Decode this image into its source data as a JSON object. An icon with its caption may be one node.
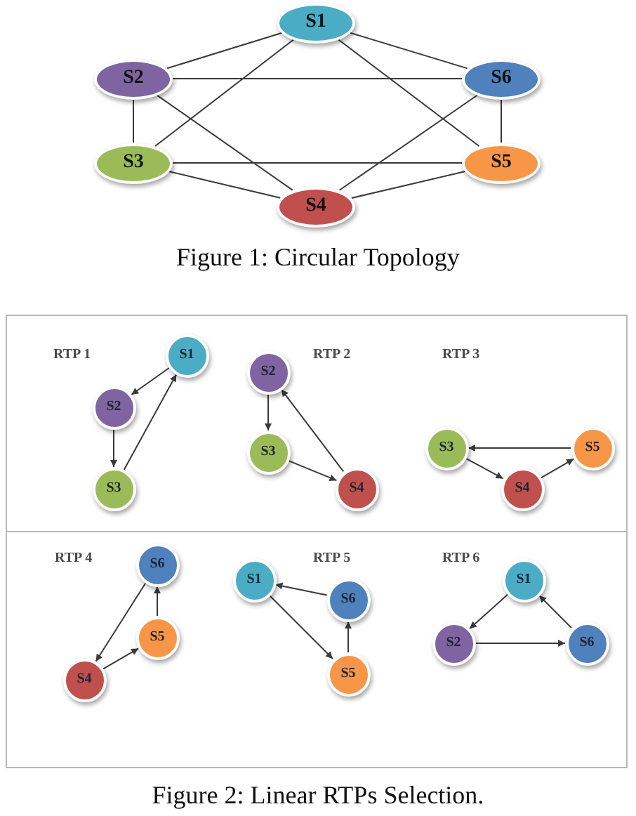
{
  "diagram": {
    "nodes": [
      {
        "text": [
          "S1"
        ]
      },
      {
        "text": [
          "S2"
        ]
      },
      {
        "text": [
          "S6"
        ]
      },
      {
        "text": [
          "S3"
        ]
      },
      {
        "text": [
          "S5"
        ]
      },
      {
        "text": [
          "S4"
        ]
      },
      {
        "text": [
          "RTP 1",
          "RTP 2",
          "RTP 3"
        ]
      },
      {
        "text": [
          "S1"
        ],
        "in": 6
      },
      {
        "text": [
          "S2"
        ],
        "in": 6
      },
      {
        "text": [
          "S3"
        ],
        "in": 6
      },
      {
        "text": [
          "S2"
        ],
        "in": 6
      },
      {
        "text": [
          "S3"
        ],
        "in": 6
      },
      {
        "text": [
          "S4"
        ],
        "in": 6
      },
      {
        "text": [
          "S3"
        ],
        "in": 6
      },
      {
        "text": [
          "S5"
        ],
        "in": 6
      },
      {
        "text": [
          "S4"
        ],
        "in": 6
      },
      {
        "text": [
          "RTP 4",
          "RTP 5",
          "RTP 6"
        ]
      },
      {
        "text": [
          "S6"
        ],
        "in": 16
      },
      {
        "text": [
          "S5"
        ],
        "in": 16
      },
      {
        "text": [
          "S4"
        ],
        "in": 16
      },
      {
        "text": [
          "S1"
        ],
        "in": 16
      },
      {
        "text": [
          "S6"
        ],
        "in": 16
      },
      {
        "text": [
          "S5"
        ],
        "in": 16
      },
      {
        "text": [
          "S1"
        ],
        "in": 16
      },
      {
        "text": [
          "S2"
        ],
        "in": 16
      },
      {
        "text": [
          "S6"
        ],
        "in": 16
      }
    ],
    "edges": [
      {
        "from": 0,
        "to": 1,
        "arrow": "none"
      },
      {
        "from": 0,
        "to": 2,
        "arrow": "none"
      },
      {
        "from": 0,
        "to": 3,
        "arrow": "none"
      },
      {
        "from": 0,
        "to": 4,
        "arrow": "none"
      },
      {
        "from": 1,
        "to": 2,
        "arrow": "none"
      },
      {
        "from": 1,
        "to": 3,
        "arrow": "none"
      },
      {
        "from": 1,
        "to": 5,
        "arrow": "none"
      },
      {
        "from": 2,
        "to": 4,
        "arrow": "none"
      },
      {
        "from": 2,
        "to": 5,
        "arrow": "none"
      },
      {
        "from": 3,
        "to": 4,
        "arrow": "none"
      },
      {
        "from": 3,
        "to": 5,
        "arrow": "none"
      },
      {
        "from": 4,
        "to": 5,
        "arrow": "none"
      },
      {
        "from": 7,
        "to": 8,
        "arrow": "to"
      },
      {
        "from": 8,
        "to": 9,
        "arrow": "to"
      },
      {
        "from": 9,
        "to": 7,
        "arrow": "to"
      },
      {
        "from": 10,
        "to": 11,
        "arrow": "to"
      },
      {
        "from": 11,
        "to": 12,
        "arrow": "to"
      },
      {
        "from": 12,
        "to": 10,
        "arrow": "to"
      },
      {
        "from": 14,
        "to": 13,
        "arrow": "to"
      },
      {
        "from": 13,
        "to": 15,
        "arrow": "to"
      },
      {
        "from": 15,
        "to": 14,
        "arrow": "to"
      },
      {
        "from": 17,
        "to": 19,
        "arrow": "to"
      },
      {
        "from": 19,
        "to": 18,
        "arrow": "to"
      },
      {
        "from": 18,
        "to": 17,
        "arrow": "to"
      },
      {
        "from": 21,
        "to": 20,
        "arrow": "to"
      },
      {
        "from": 20,
        "to": 22,
        "arrow": "to"
      },
      {
        "from": 22,
        "to": 21,
        "arrow": "to"
      },
      {
        "from": 23,
        "to": 24,
        "arrow": "to"
      },
      {
        "from": 24,
        "to": 25,
        "arrow": "to"
      },
      {
        "from": 25,
        "to": 23,
        "arrow": "to"
      }
    ],
    "labels": [
      "Figure 1: Circular Topology"
    ],
    "caption": "Figure 2: Linear RTPs Selection."
  }
}
